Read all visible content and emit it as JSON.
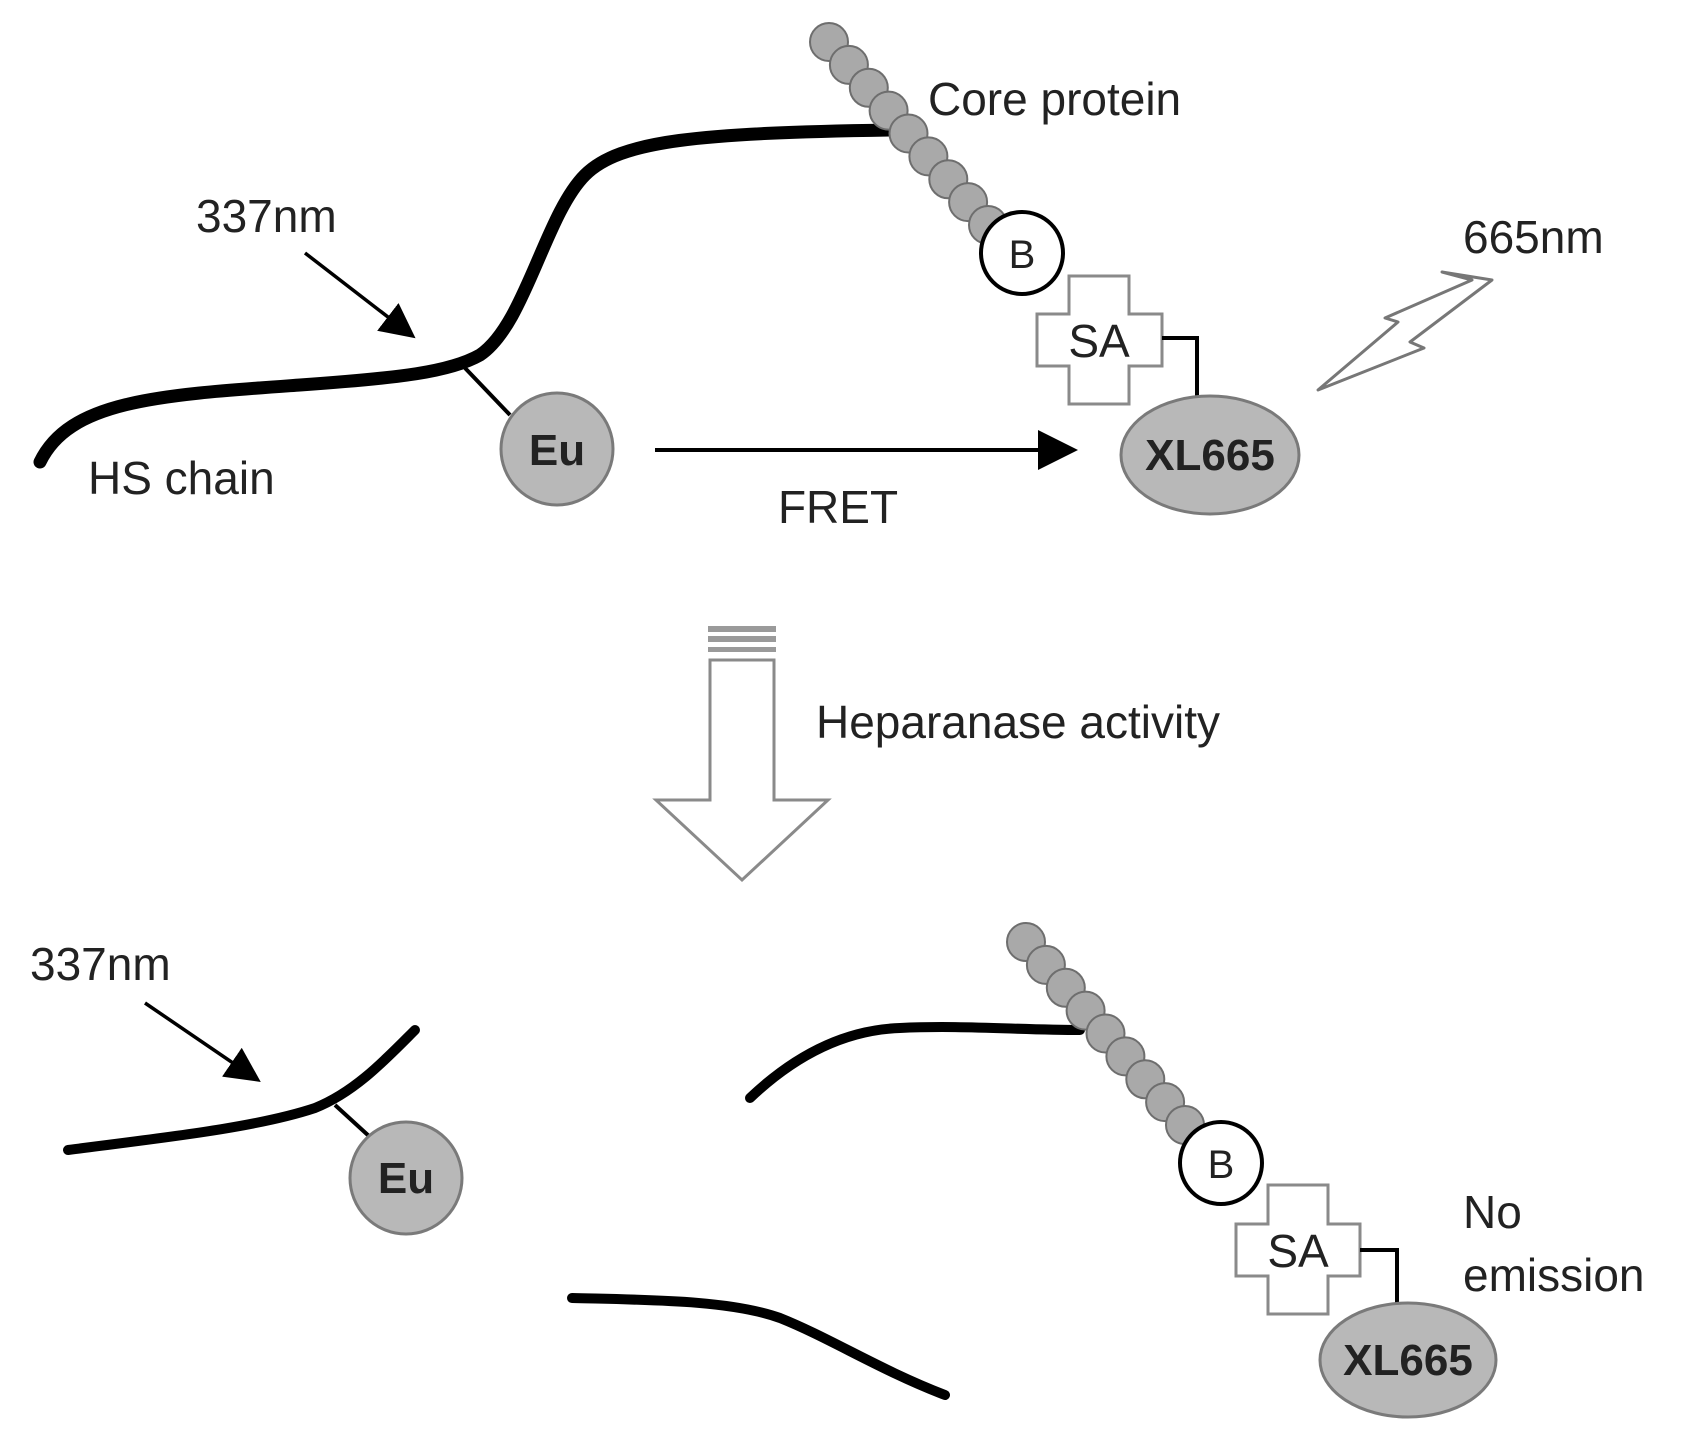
{
  "colors": {
    "chain": "#000000",
    "node_fill": "#b8b8b8",
    "node_stroke": "#7a7a7a",
    "bead_fill": "#a9a9a9",
    "bead_stroke": "#6e6e6e",
    "sa_stroke": "#8a8a8a",
    "text": "#222222"
  },
  "top_panel": {
    "core_protein_label": "Core protein",
    "excitation_label": "337nm",
    "emission_label": "665nm",
    "hs_chain_label": "HS chain",
    "donor_label": "Eu",
    "acceptor_label": "XL665",
    "biotin_label": "B",
    "streptavidin_label": "SA",
    "fret_label": "FRET"
  },
  "transition": {
    "label": "Heparanase activity"
  },
  "bottom_panel": {
    "excitation_label": "337nm",
    "donor_label": "Eu",
    "biotin_label": "B",
    "streptavidin_label": "SA",
    "acceptor_label": "XL665",
    "no_emission_line1": "No",
    "no_emission_line2": "emission"
  }
}
